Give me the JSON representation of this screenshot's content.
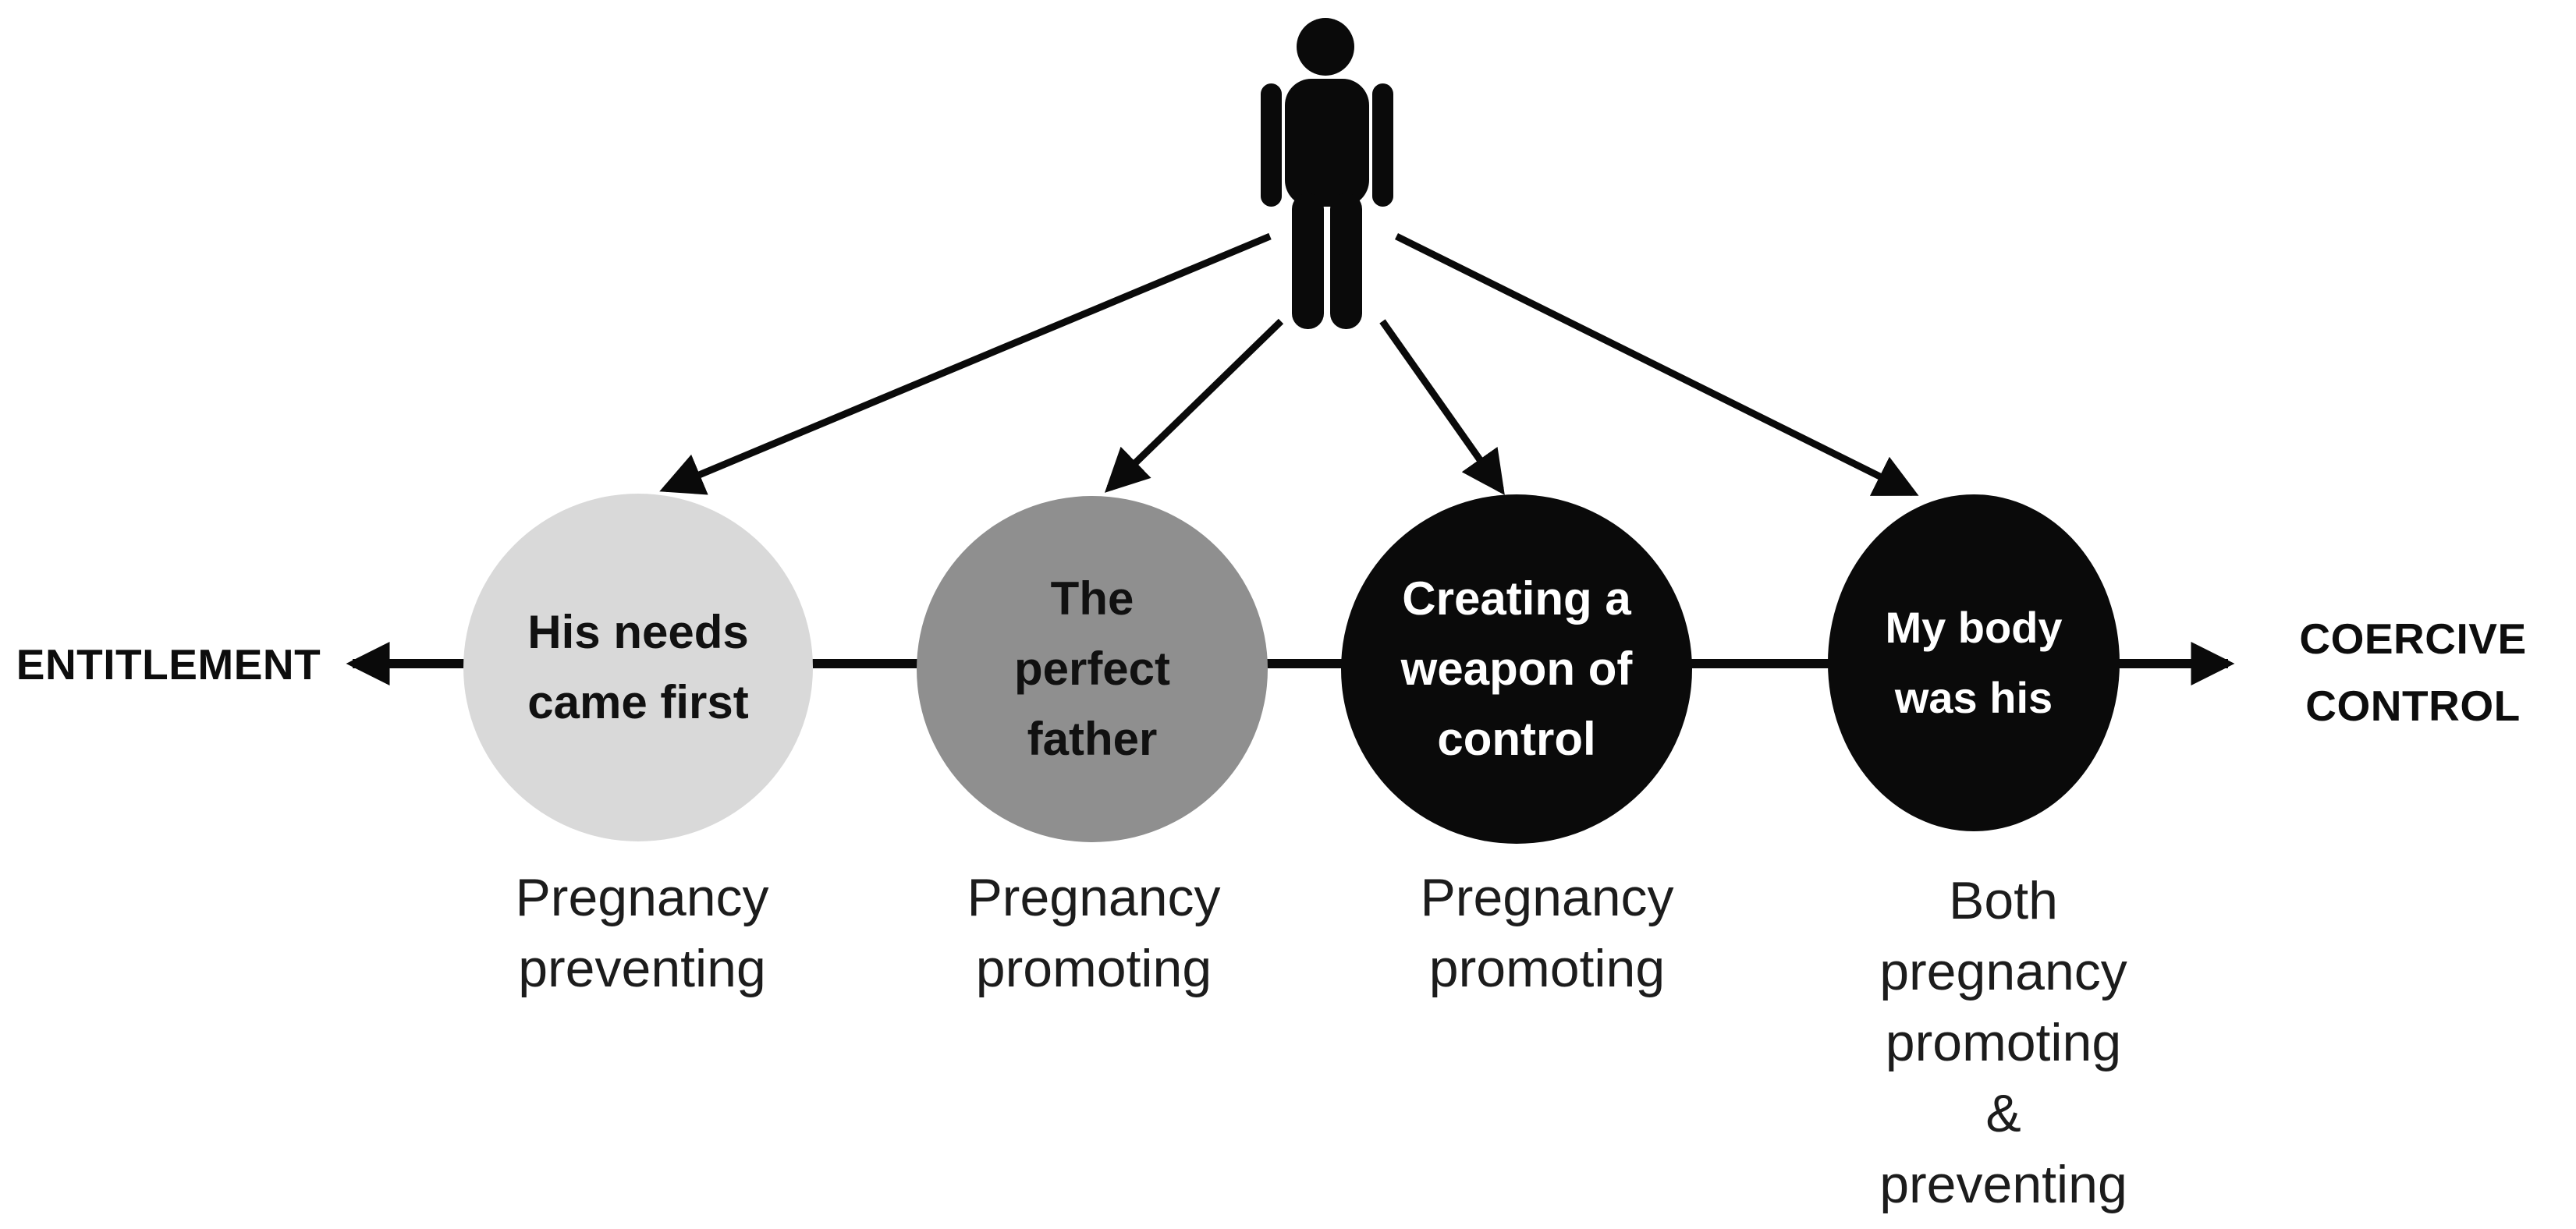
{
  "diagram": {
    "background_color": "#ffffff",
    "ink_color": "#0a0a0a",
    "person_icon": "person-pictogram",
    "axis": {
      "left_label": "ENTITLEMENT",
      "right_label": "COERCIVE\nCONTROL"
    },
    "nodes": [
      {
        "label": "His needs\ncame first",
        "label_color": "#111111",
        "fill": "#d9d9d9",
        "caption": "Pregnancy\npreventing"
      },
      {
        "label": "The\nperfect\nfather",
        "label_color": "#111111",
        "fill": "#8f8f8f",
        "caption": "Pregnancy\npromoting"
      },
      {
        "label": "Creating a\nweapon of\ncontrol",
        "label_color": "#ffffff",
        "fill": "#0a0a0a",
        "caption": "Pregnancy\npromoting"
      },
      {
        "label": "My body\nwas his",
        "label_color": "#ffffff",
        "fill": "#0a0a0a",
        "caption": "Both\npregnancy\npromoting\n&\npreventing"
      }
    ]
  }
}
